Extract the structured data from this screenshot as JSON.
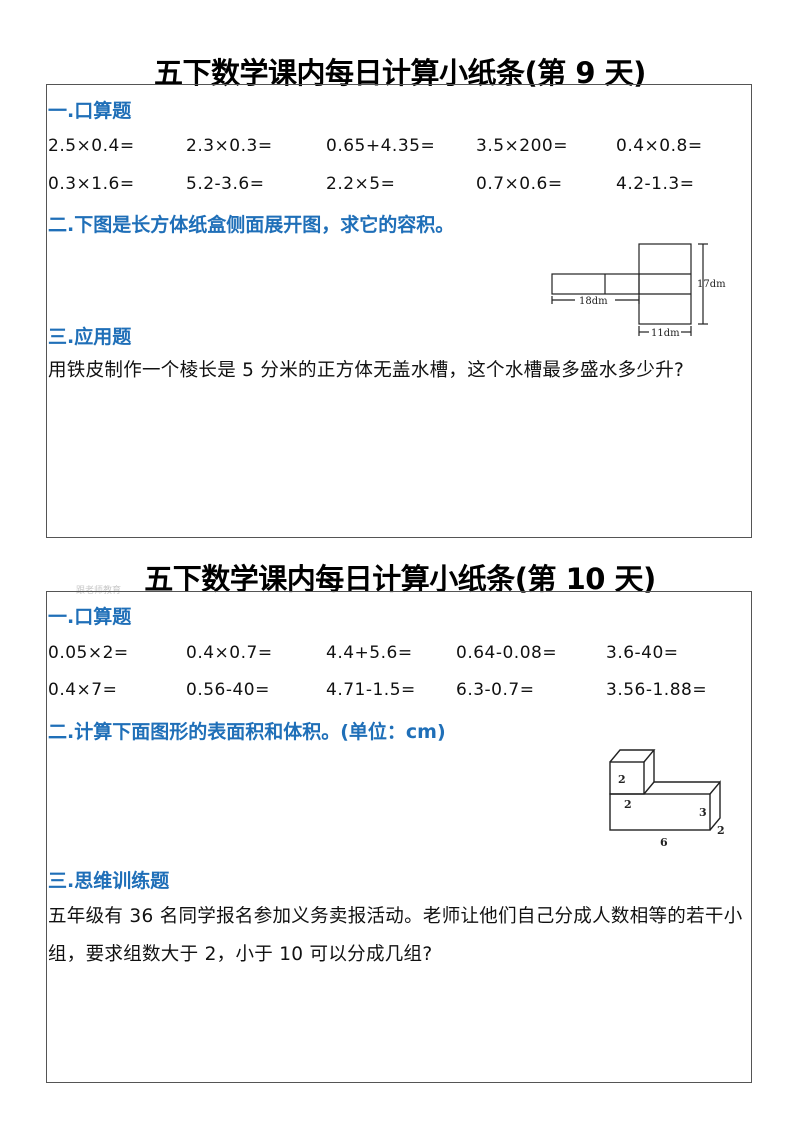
{
  "day9": {
    "title": "五下数学课内每日计算小纸条(第 9 天)",
    "sec1": "一.口算题",
    "row1": [
      "2.5×0.4=",
      "2.3×0.3=",
      "0.65+4.35=",
      "3.5×200=",
      "0.4×0.8="
    ],
    "row2": [
      "0.3×1.6=",
      "5.2-3.6=",
      "2.2×5=",
      "0.7×0.6=",
      "4.2-1.3="
    ],
    "sec2": "二.下图是长方体纸盒侧面展开图，求它的容积。",
    "fig": {
      "l1": "17dm",
      "l2": "18dm",
      "l3": "11dm"
    },
    "sec3": "三.应用题",
    "problem": "用铁皮制作一个棱长是 5 分米的正方体无盖水槽，这个水槽最多盛水多少升?"
  },
  "watermark": "跟老师教育",
  "day10": {
    "title": "五下数学课内每日计算小纸条(第 10 天)",
    "sec1": "一.口算题",
    "row1": [
      "0.05×2=",
      "0.4×0.7=",
      "4.4+5.6=",
      "0.64-0.08=",
      "3.6-40="
    ],
    "row2": [
      "0.4×7=",
      "0.56-40=",
      "4.71-1.5=",
      "6.3-0.7=",
      "3.56-1.88="
    ],
    "sec2": "二.计算下面图形的表面积和体积。(单位：cm)",
    "fig": {
      "a": "2",
      "b": "2",
      "c": "3",
      "d": "2",
      "e": "6"
    },
    "sec3": "三.思维训练题",
    "problem": "五年级有 36 名同学报名参加义务卖报活动。老师让他们自己分成人数相等的若干小组，要求组数大于 2，小于 10 可以分成几组?"
  }
}
